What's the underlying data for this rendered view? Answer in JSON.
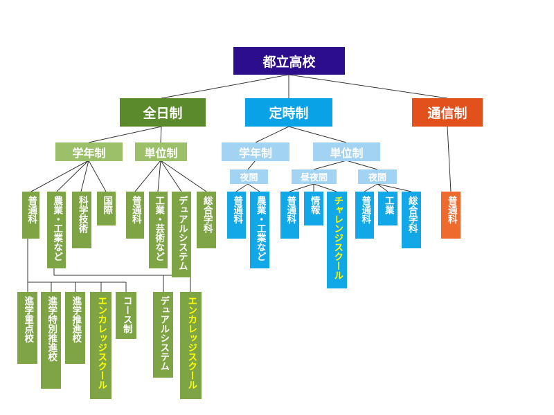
{
  "root": {
    "label": "都立高校",
    "color": "#2c0e8c"
  },
  "zen": {
    "label": "全日制",
    "color": "#5a8a2c",
    "sub_color": "#9cc06a",
    "gakunen": {
      "label": "学年制",
      "children": [
        "普通科",
        "農業・工業など",
        "科学技術",
        "国際"
      ]
    },
    "tani": {
      "label": "単位制",
      "children": [
        "普通科",
        "工業・芸術など",
        "デュアルシステム",
        "総合学科"
      ]
    },
    "leaf_color": "#7ea446",
    "lower": [
      "進学重点校",
      "進学特別推進校",
      "進学推進校",
      "エンカレッジスクール",
      "コース制",
      "デュアルシステム",
      "エンカレッジスクール"
    ]
  },
  "tei": {
    "label": "定時制",
    "color": "#0aa2e6",
    "sub_color": "#a3d3f3",
    "gakunen": {
      "label": "学年制",
      "yakan": "夜間",
      "children": [
        "普通科",
        "農業・工業など"
      ]
    },
    "tani": {
      "label": "単位制",
      "chuyakan": {
        "label": "昼夜間",
        "children": [
          "普通科",
          "情報",
          "チャレンジスクール"
        ]
      },
      "yakan": {
        "label": "夜間",
        "children": [
          "普通科",
          "工業",
          "総合学科"
        ]
      }
    },
    "leaf_color": "#12a8e8"
  },
  "tsushin": {
    "label": "通信制",
    "color": "#e2501c",
    "children": [
      "普通科"
    ],
    "leaf_color": "#ee6a2e"
  }
}
